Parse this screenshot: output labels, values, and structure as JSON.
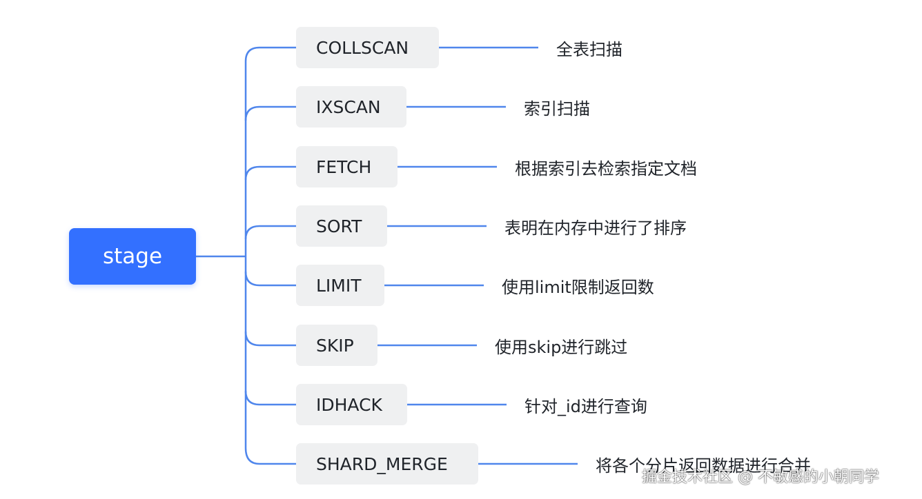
{
  "root": {
    "label": "stage"
  },
  "stages": [
    {
      "name": "COLLSCAN",
      "description": "全表扫描"
    },
    {
      "name": "IXSCAN",
      "description": "索引扫描"
    },
    {
      "name": "FETCH",
      "description": "根据索引去检索指定文档"
    },
    {
      "name": "SORT",
      "description": "表明在内存中进行了排序"
    },
    {
      "name": "LIMIT",
      "description": "使用limit限制返回数"
    },
    {
      "name": "SKIP",
      "description": "使用skip进行跳过"
    },
    {
      "name": "IDHACK",
      "description": "针对_id进行查询"
    },
    {
      "name": "SHARD_MERGE",
      "description": "将各个分片返回数据进行合并"
    }
  ],
  "watermark": "掘金技术社区 @ 不敏感的小朝同学",
  "colors": {
    "connector": "#4f86ec",
    "root_fill": "#3370ff",
    "node_fill": "#eff0f1"
  }
}
